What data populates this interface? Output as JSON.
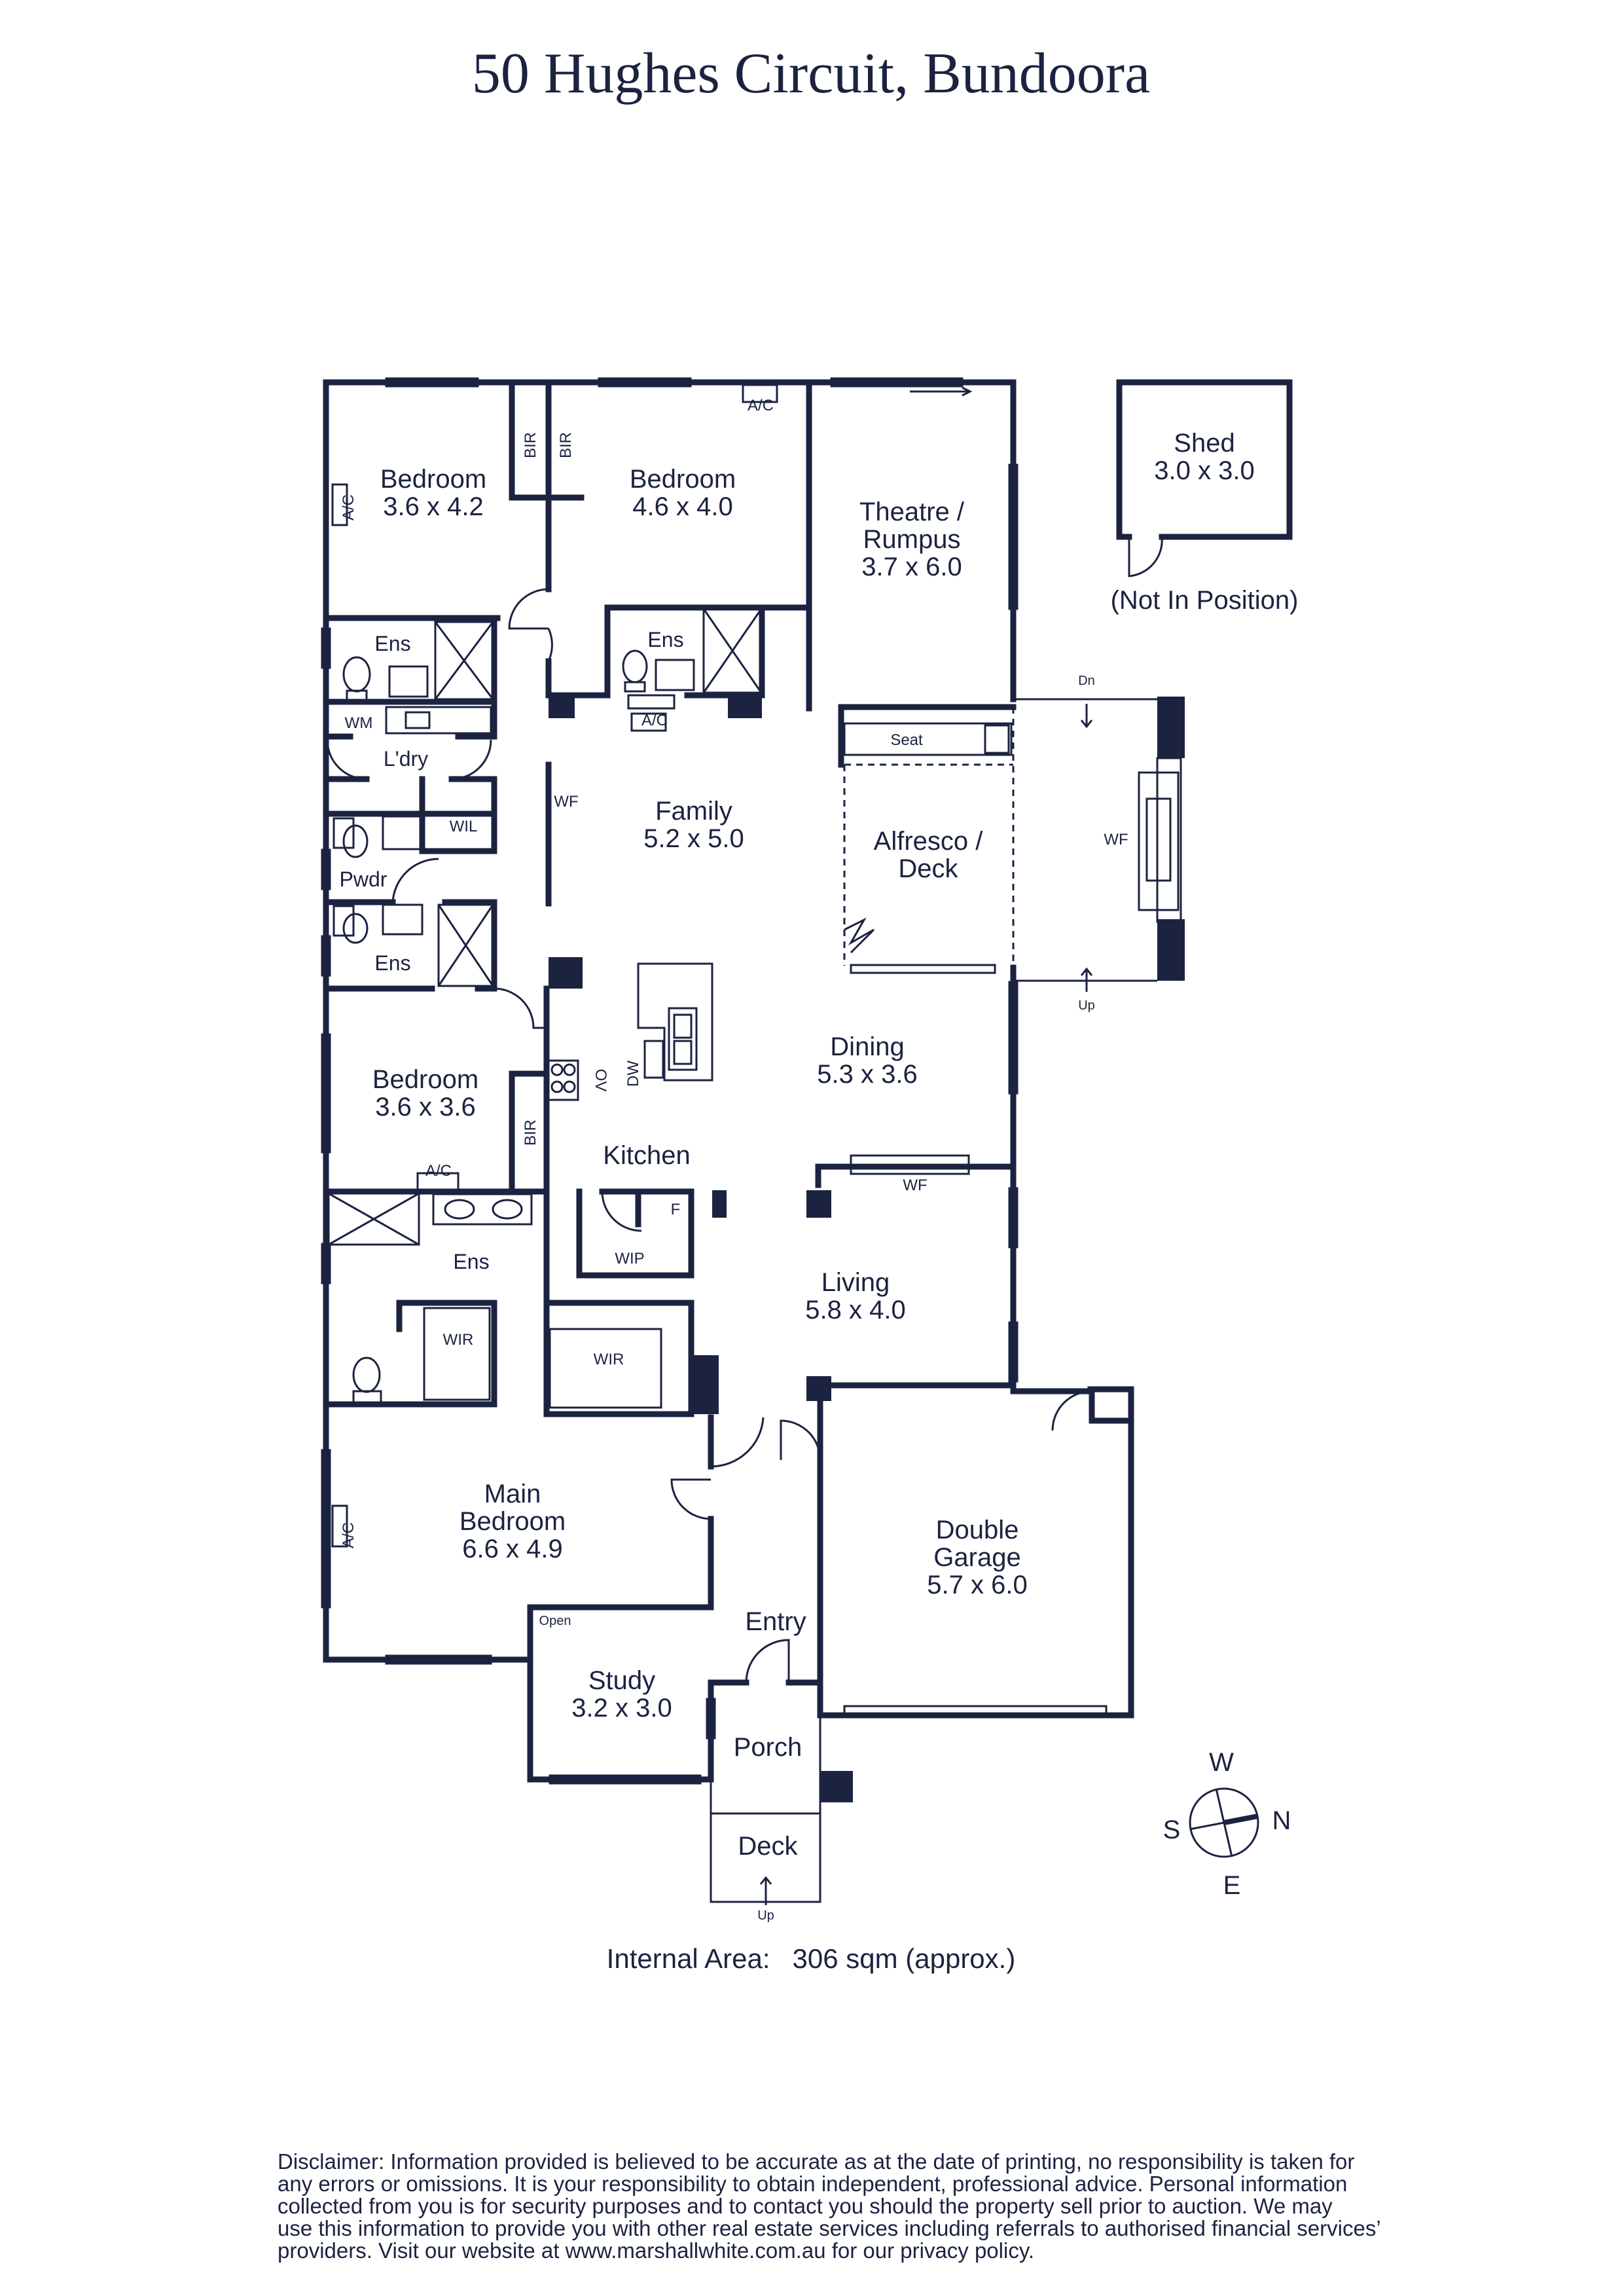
{
  "title": "50 Hughes Circuit, Bundoora",
  "rooms": {
    "bed1_name": "Bedroom",
    "bed1_size": "3.6 x 4.2",
    "bed2_name": "Bedroom",
    "bed2_size": "4.6 x 4.0",
    "theatre_name1": "Theatre /",
    "theatre_name2": "Rumpus",
    "theatre_size": "3.7 x 6.0",
    "shed_name": "Shed",
    "shed_size": "3.0 x 3.0",
    "shed_note": "(Not In Position)",
    "family_name": "Family",
    "family_size": "5.2 x 5.0",
    "alfresco_name1": "Alfresco /",
    "alfresco_name2": "Deck",
    "dining_name": "Dining",
    "dining_size": "5.3 x 3.6",
    "bed3_name": "Bedroom",
    "bed3_size": "3.6 x 3.6",
    "kitchen_name": "Kitchen",
    "living_name": "Living",
    "living_size": "5.8 x 4.0",
    "main_name1": "Main",
    "main_name2": "Bedroom",
    "main_size": "6.6 x 4.9",
    "garage_name1": "Double",
    "garage_name2": "Garage",
    "garage_size": "5.7 x 6.0",
    "study_name": "Study",
    "study_size": "3.2 x 3.0",
    "entry_name": "Entry",
    "porch_name": "Porch",
    "deck_name": "Deck"
  },
  "fixtures": {
    "ac": "A/C",
    "bir": "BIR",
    "ens": "Ens",
    "wm": "WM",
    "laundry": "L'dry",
    "wil": "WIL",
    "pwdr": "Pwdr",
    "wf": "WF",
    "seat": "Seat",
    "dn": "Dn",
    "up": "Up",
    "dw": "DW",
    "ov": "OV",
    "f": "F",
    "wip": "WIP",
    "wir": "WIR",
    "open": "Open"
  },
  "compass": {
    "w": "W",
    "n": "N",
    "s": "S",
    "e": "E"
  },
  "area": {
    "label": "Internal Area:",
    "value": "306 sqm (approx.)"
  },
  "disclaimer": [
    "Disclaimer: Information provided is believed to be accurate as at the date of printing, no responsibility is taken for",
    "any errors or omissions. It is your responsibility to obtain independent, professional advice. Personal information",
    "collected from you is for security purposes and to contact you should the property sell prior to auction. We may",
    "use this information to provide you with other real estate services including referrals to authorised financial services’",
    "providers. Visit our website at www.marshallwhite.com.au for our privacy policy."
  ]
}
